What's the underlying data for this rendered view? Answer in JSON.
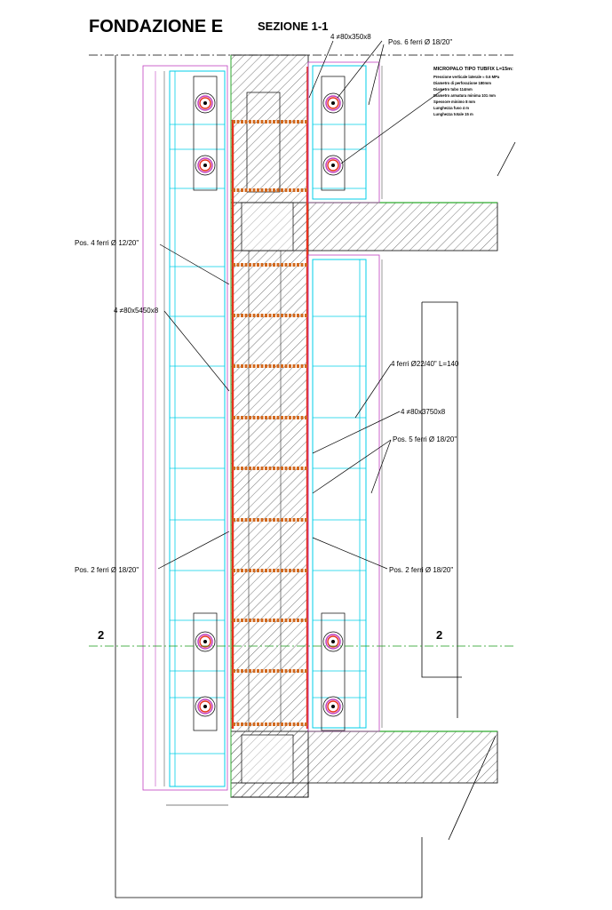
{
  "title": "FONDAZIONE E",
  "subtitle": "SEZIONE 1-1",
  "section_marks": {
    "left": "2",
    "right": "2"
  },
  "labels": {
    "plate_top": "4 ≠80x350x8",
    "pos6": "Pos. 6 ferri Ø 18/20\"",
    "pos4": "Pos. 4 ferri Ø 12/20\"",
    "plate_left": "4 ≠80x5450x8",
    "bars_140": "4 ferri Ø22/40\" L=140",
    "plate_right": "4 ≠80x3750x8",
    "pos5": "Pos. 5 ferri Ø 18/20\"",
    "pos2_left": "Pos. 2 ferri Ø 18/20\"",
    "pos2_right": "Pos. 2 ferri Ø 18/20\""
  },
  "micropile_notes": [
    "MICROPALO TIPO TUBFIX L=15m:",
    "Pressione verticale laterale ≈ 0.6 MPa",
    "Diametro di perforazione 180mm",
    "Diametro tubo 114mm",
    "Diametro armatura minima 101 mm",
    "Spessore minimo 8 mm",
    "Lunghezza fuso 4 m",
    "Lunghezza totale 15 m"
  ],
  "colors": {
    "outline": "#000000",
    "concrete_hatch": "#555555",
    "rebar_cyan": "#00cfe8",
    "steel_plate_red": "#e8321e",
    "stud_orange": "#d2691e",
    "dimension_magenta": "#c040c0",
    "ground_green": "#2eaa2e",
    "axis_green": "#1a9a1a"
  },
  "icons": {
    "micropile": "micropile-circle-icon"
  }
}
